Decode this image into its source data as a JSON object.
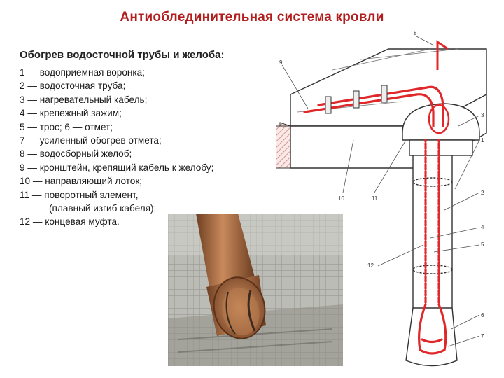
{
  "title": "Антиоблединительная система кровли",
  "subtitle": "Обогрев водосточной трубы и желоба:",
  "legend": [
    "1 — водоприемная воронка;",
    "2 — водосточная труба;",
    "3 — нагревательный кабель;",
    "4 — крепежный зажим;",
    "5 — трос; 6 — отмет;",
    "7 — усиленный обогрев отмета;",
    "8 — водосборный желоб;",
    "9 — кронштейн, крепящий кабель к желобу;",
    "10 — направляющий лоток;",
    "11 — поворотный элемент,",
    "(плавный изгиб кабеля);",
    "12 — концевая муфта."
  ],
  "callouts": {
    "n1": "1",
    "n2": "2",
    "n3": "3",
    "n4": "4",
    "n5": "5",
    "n6": "6",
    "n7": "7",
    "n8": "8",
    "n9": "9",
    "n10": "10",
    "n11": "11",
    "n12": "12"
  },
  "colors": {
    "title": "#b21e1e",
    "cable": "#e0282a",
    "pipe_photo": "#a8693f"
  }
}
